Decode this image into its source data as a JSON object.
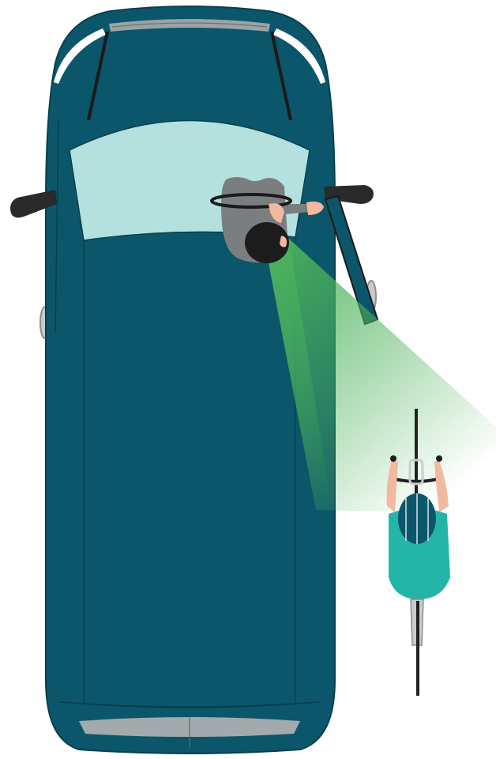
{
  "illustration": {
    "subject": "top-view-car-door-check",
    "elements": [
      "car",
      "driver",
      "steering-wheel",
      "open-driver-door",
      "side-mirrors",
      "windshield",
      "rear-window",
      "line-of-sight-cone",
      "cyclist",
      "bicycle",
      "helmet"
    ]
  },
  "colors": {
    "car_body": "#0b566a",
    "car_outline": "#08404f",
    "windshield": "#b4e0de",
    "roof_stripe": "#9aa3a6",
    "mirror": "#2a2a2a",
    "driver_shirt": "#7b7e80",
    "driver_hair": "#1c1c1c",
    "skin": "#f2b8a0",
    "sight_cone": "#4db35c",
    "cyclist_shirt": "#25b5a8",
    "helmet": "#0b566a",
    "bike": "#222222",
    "background": "#ffffff"
  }
}
